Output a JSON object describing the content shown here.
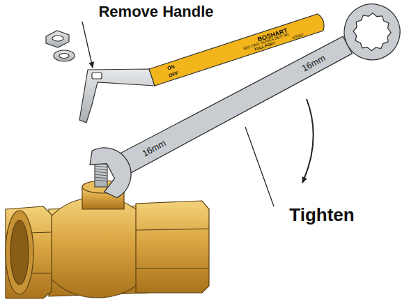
{
  "diagram": {
    "labels": [
      "Remove Handle",
      "Tighten",
      "16mm",
      "16mm",
      "ON",
      "OFF",
      "BOSHART",
      "800 CWD SERIES 0627-WL",
      "FULL PORT",
      "V2067"
    ]
  }
}
